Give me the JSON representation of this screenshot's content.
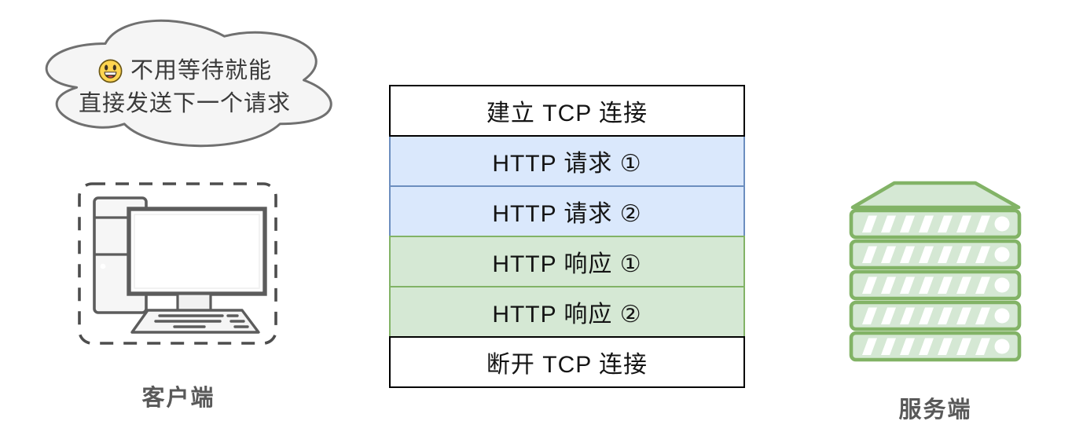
{
  "bubble": {
    "emoji": "grinning-face",
    "line1": "不用等待就能",
    "line2": "直接发送下一个请求"
  },
  "client": {
    "label": "客户端"
  },
  "server": {
    "label": "服务端"
  },
  "sequence": {
    "rows": [
      {
        "label": "建立 TCP 连接",
        "type": "tcp"
      },
      {
        "label": "HTTP 请求 ①",
        "type": "request"
      },
      {
        "label": "HTTP 请求 ②",
        "type": "request"
      },
      {
        "label": "HTTP 响应 ①",
        "type": "response"
      },
      {
        "label": "HTTP 响应 ②",
        "type": "response"
      },
      {
        "label": "断开 TCP 连接",
        "type": "tcp"
      }
    ]
  },
  "colors": {
    "request_fill": "#dae8fc",
    "request_stroke": "#6c8ebf",
    "response_fill": "#d5e8d4",
    "response_stroke": "#82b366",
    "tcp_fill": "#ffffff",
    "tcp_stroke": "#000000",
    "server_fill": "#d5e8d4",
    "server_stroke": "#82b366",
    "cloud_fill": "#f5f5f5",
    "cloud_stroke": "#707070",
    "label_color": "#595959",
    "device_stroke": "#5c5c5c",
    "emoji_face": "#ffd550"
  }
}
